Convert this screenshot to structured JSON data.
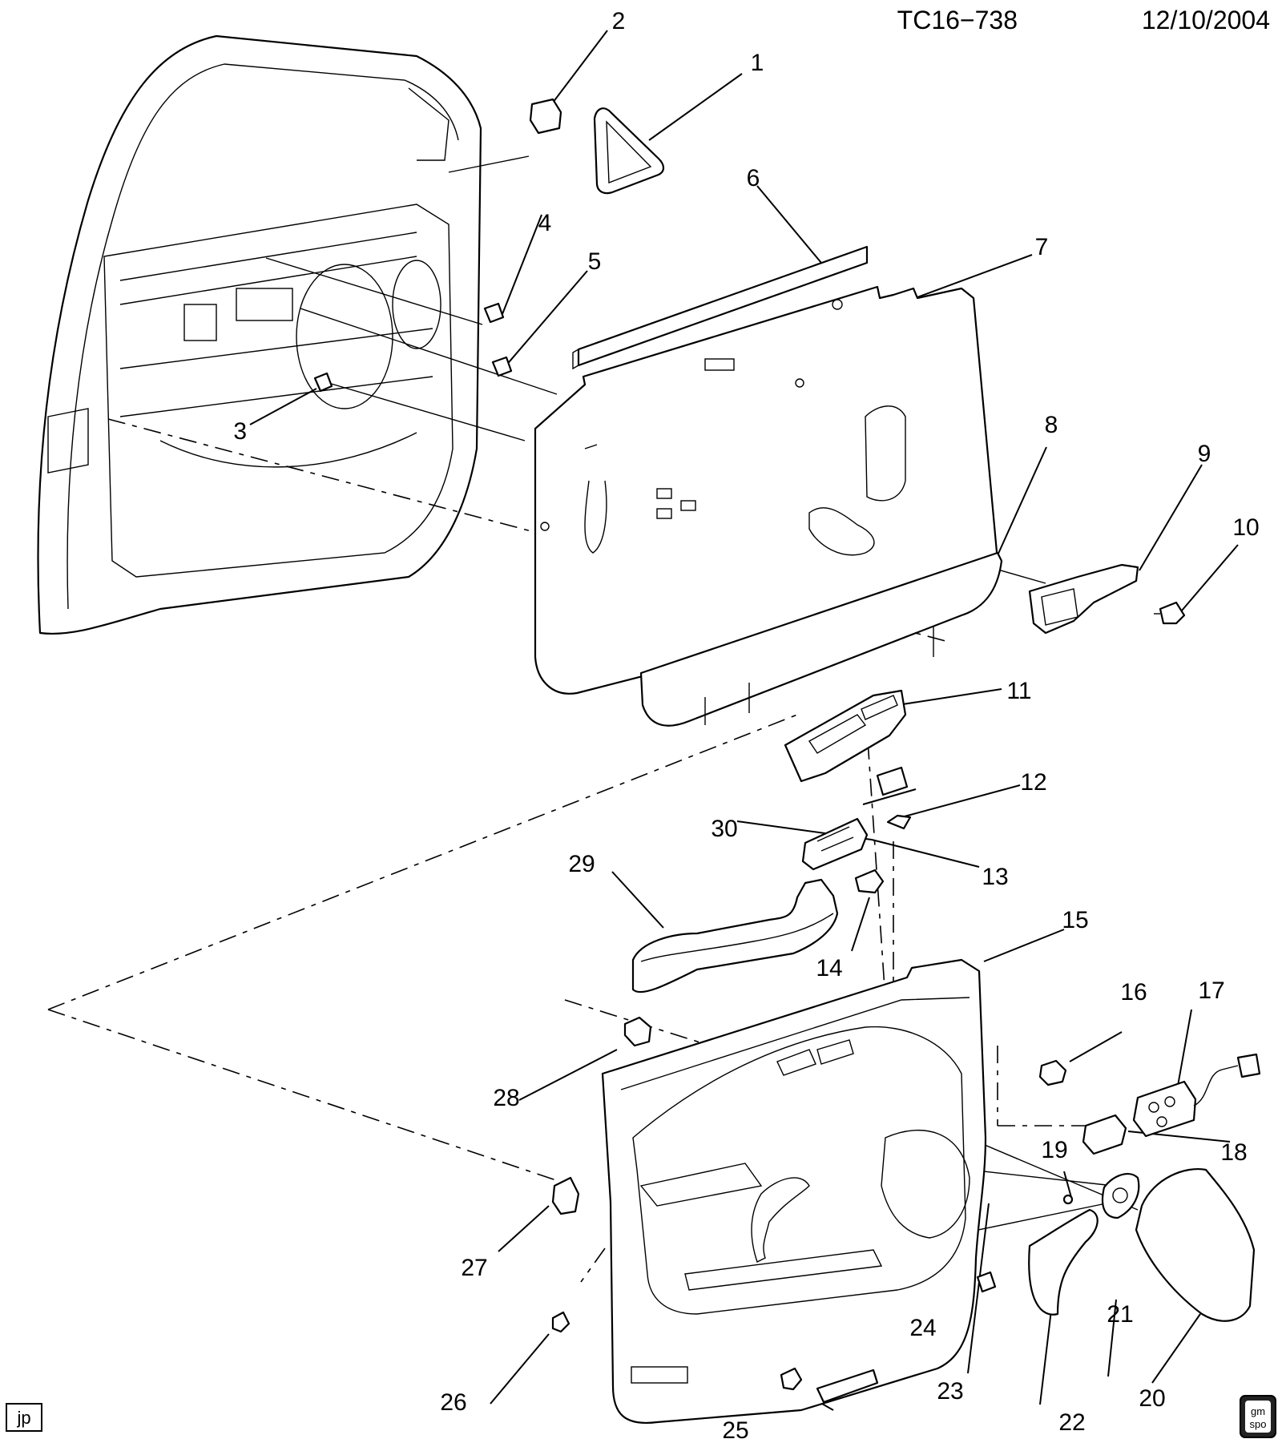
{
  "header": {
    "code": "TC16−738",
    "date": "12/10/2004"
  },
  "stamp": {
    "initials": "jp"
  },
  "logo": {
    "line1": "gm",
    "line2": "spo"
  },
  "callouts": [
    "1",
    "2",
    "3",
    "4",
    "5",
    "6",
    "7",
    "8",
    "9",
    "10",
    "11",
    "12",
    "13",
    "14",
    "15",
    "16",
    "17",
    "18",
    "19",
    "20",
    "21",
    "22",
    "23",
    "24",
    "25",
    "26",
    "27",
    "28",
    "29",
    "30"
  ]
}
